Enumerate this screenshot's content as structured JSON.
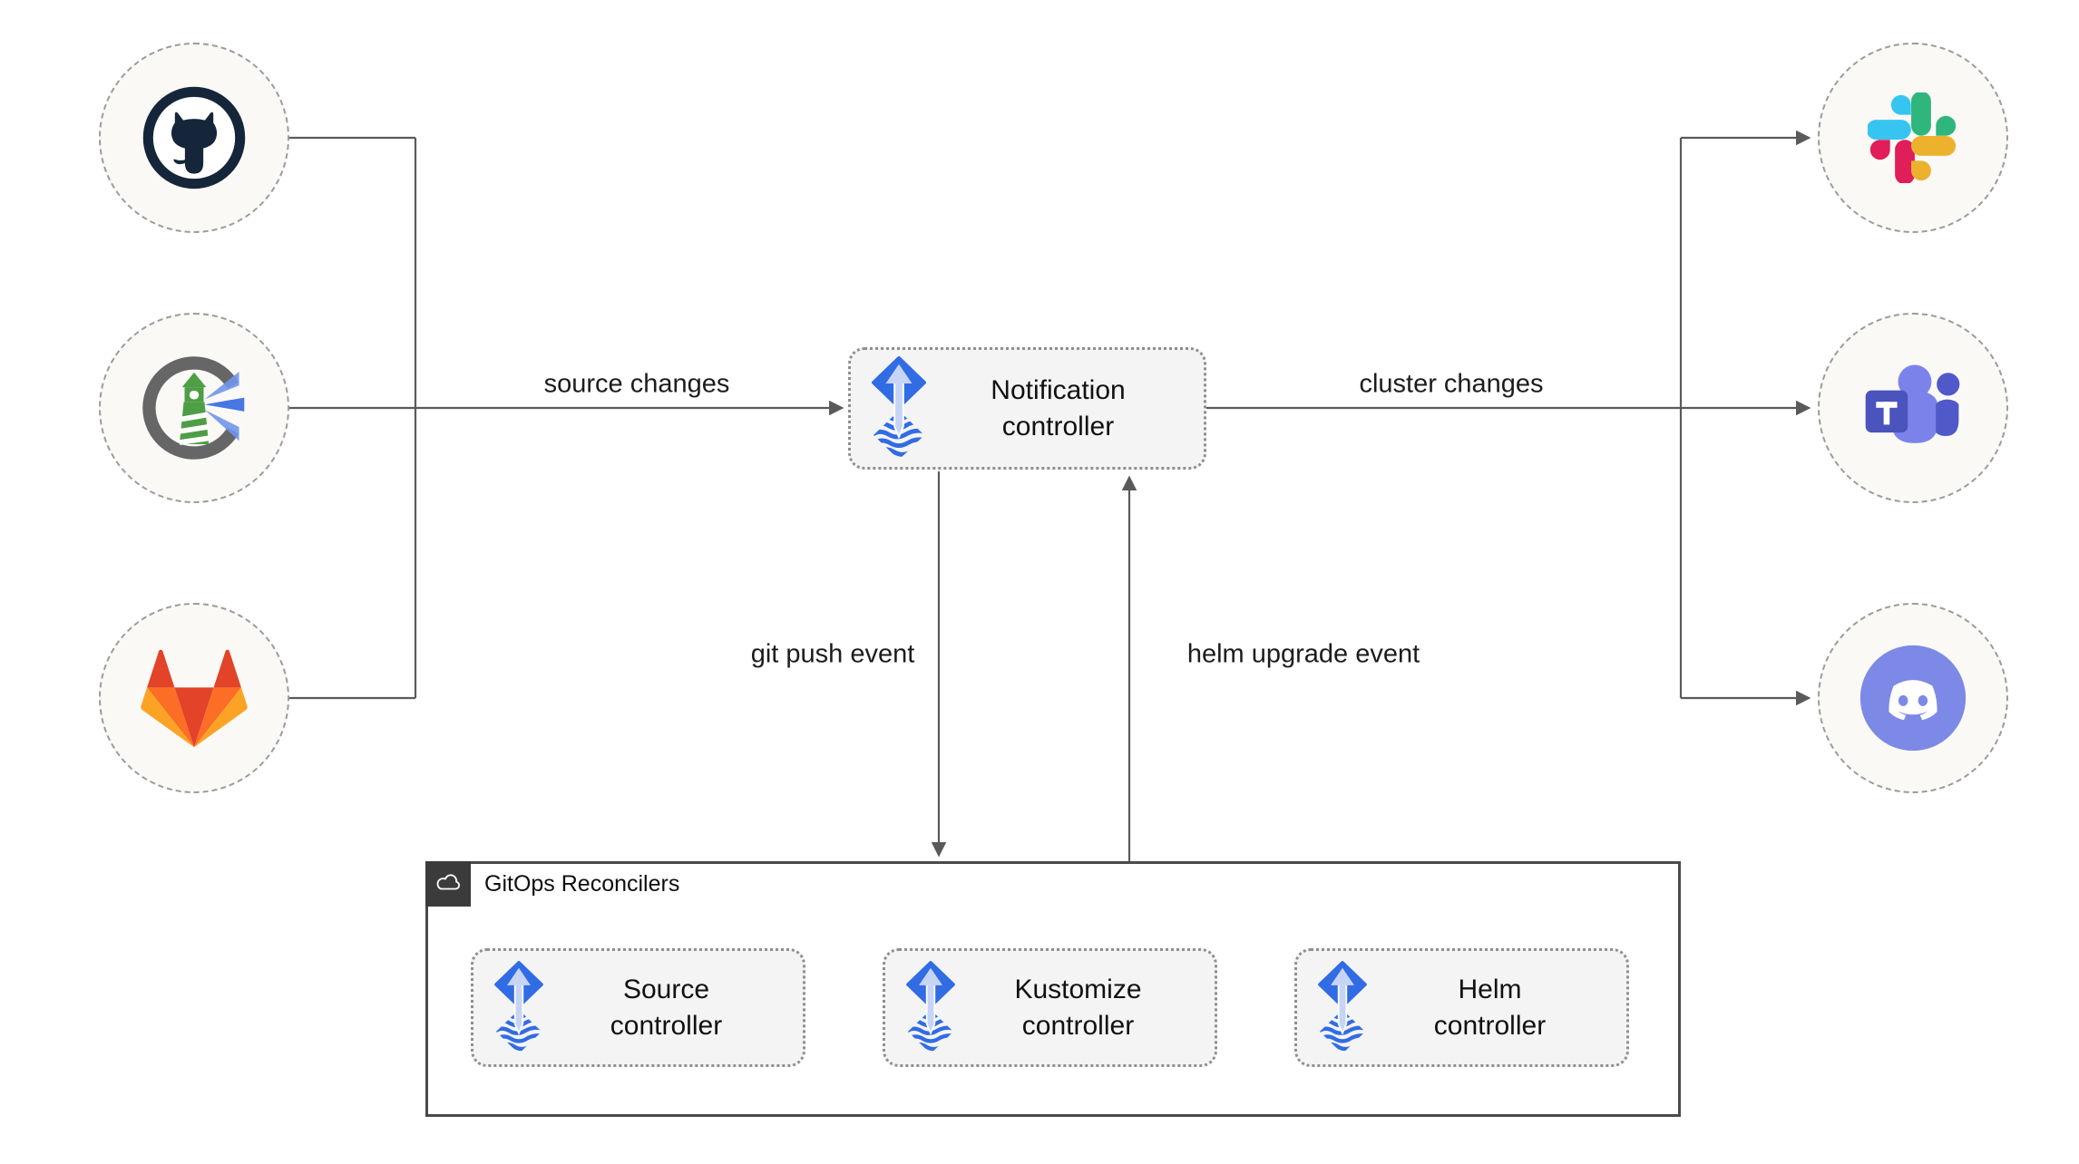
{
  "diagram": {
    "kind": "flux-gitops-notification-architecture"
  },
  "sources": [
    {
      "name": "GitHub",
      "icon": "github-icon"
    },
    {
      "name": "Harbor",
      "icon": "harbor-icon"
    },
    {
      "name": "GitLab",
      "icon": "gitlab-icon"
    }
  ],
  "alert_providers": [
    {
      "name": "Slack",
      "icon": "slack-icon"
    },
    {
      "name": "Microsoft Teams",
      "icon": "teams-icon"
    },
    {
      "name": "Discord",
      "icon": "discord-icon"
    }
  ],
  "notification": {
    "label": "Notification\ncontroller"
  },
  "edges": {
    "source_changes": "source changes",
    "cluster_changes": "cluster changes",
    "git_push_event": "git push event",
    "helm_upgrade_event": "helm upgrade event"
  },
  "reconcilers": {
    "title": "GitOps Reconcilers",
    "items": [
      {
        "label": "Source\ncontroller"
      },
      {
        "label": "Kustomize\ncontroller"
      },
      {
        "label": "Helm\ncontroller"
      }
    ]
  },
  "colors": {
    "flux_blue": "#316ce4",
    "flux_arrow_light": "#c6d5f6",
    "wire_gray": "#5a5a5a",
    "node_fill": "#f4f4f4",
    "node_border": "#8f8f8f",
    "circle_fill": "#faf9f6",
    "circle_border": "#9c9c9c",
    "container_border": "#4a4a4a",
    "badge_bg": "#3b3b3b",
    "github_navy": "#16263a",
    "gitlab_red": "#e24329",
    "gitlab_orange": "#fc6d26",
    "gitlab_yellow": "#fca326",
    "slack_blue": "#36c5f0",
    "slack_green": "#2eb67d",
    "slack_yellow": "#ecb22e",
    "slack_red": "#e01e5a",
    "teams_purple": "#5059c9",
    "teams_light_purple": "#7b83eb",
    "teams_tile": "#4b53bc",
    "discord_blurple": "#7d89e6",
    "harbor_green": "#4f9e45",
    "harbor_gray": "#666666"
  }
}
